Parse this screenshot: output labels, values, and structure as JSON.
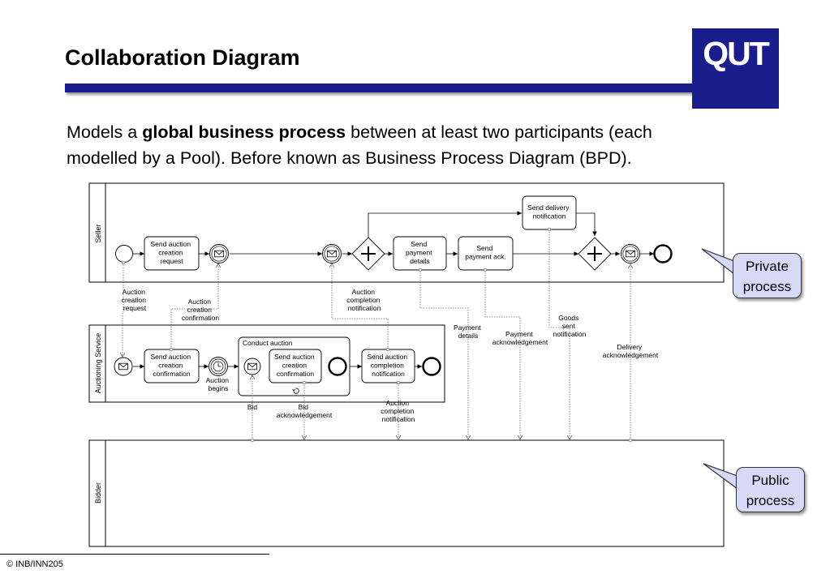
{
  "header": {
    "title": "Collaboration Diagram",
    "logo": "QUT"
  },
  "intro": {
    "prefix": "Models a ",
    "bold": "global business process",
    "rest_line1": " between at least two participants (each",
    "line2": "modelled by a Pool). Before known as Business Process Diagram (BPD)."
  },
  "pools": {
    "seller": "Seller",
    "auctioning": "Auctioning Service",
    "bidder": "Bidder"
  },
  "tasks": {
    "seller_send_request": [
      "Send auction",
      "creation",
      "request"
    ],
    "seller_send_payment": [
      "Send",
      "payment",
      "details"
    ],
    "seller_send_ack": [
      "Send",
      "payment ack."
    ],
    "seller_send_delivery": [
      "Send delivery",
      "notification"
    ],
    "auc_send_confirm": [
      "Send auction",
      "creation",
      "confirmation"
    ],
    "sub_send_confirm": [
      "Send auction",
      "creation",
      "confirmation"
    ],
    "auc_send_completion": [
      "Send auction",
      "completion",
      "notification"
    ]
  },
  "subprocess": {
    "title": "Conduct auction"
  },
  "event_labels": {
    "auction_begins": [
      "Auction",
      "begins"
    ]
  },
  "flow_labels": {
    "auction_request": [
      "Auction",
      "creation",
      "request"
    ],
    "auction_confirmation": [
      "Auction",
      "creation",
      "confirmation"
    ],
    "completion_seller": [
      "Auction",
      "completion",
      "notification"
    ],
    "payment_details": [
      "Payment",
      "details"
    ],
    "payment_ack": [
      "Payment",
      "acknowledgement"
    ],
    "goods_sent": [
      "Goods",
      "sent",
      "notification"
    ],
    "delivery_ack": [
      "Delivery",
      "acknowledgement"
    ],
    "bid": [
      "Bid"
    ],
    "bid_ack": [
      "Bid",
      "acknowledgement"
    ],
    "completion_bidder": [
      "Auction",
      "completion",
      "notification"
    ]
  },
  "callouts": {
    "private": [
      "Private",
      "process"
    ],
    "public": [
      "Public",
      "process"
    ]
  },
  "colors": {
    "brand": "#1a1e8c",
    "callout_fill": "#d6daf6"
  },
  "footer": {
    "text": "© INB/INN205"
  }
}
